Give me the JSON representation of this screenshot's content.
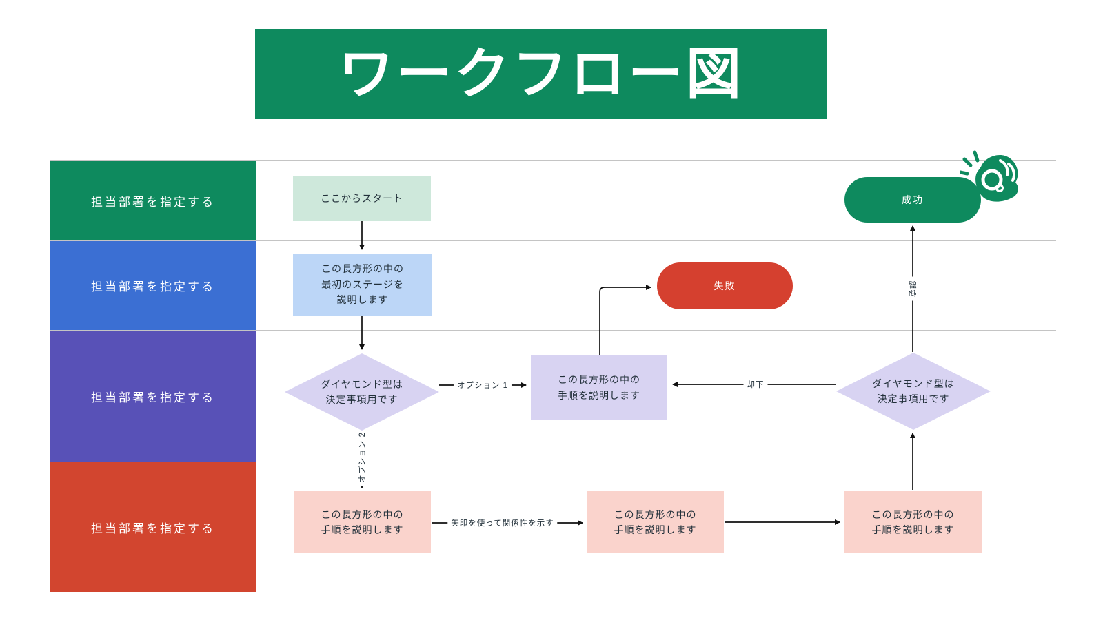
{
  "title": "ワークフロー図",
  "colors": {
    "banner_green": "#0E8A5E",
    "lane_blue": "#3B6FD3",
    "lane_purple": "#5851B7",
    "lane_red": "#D2452F",
    "node_mint": "#CEE8DB",
    "node_blue": "#BCD6F7",
    "node_lavender": "#D8D3F2",
    "node_pink": "#FAD3CC",
    "pill_fail_red": "#D5402F",
    "pill_success_green": "#0E8A5E",
    "lane_line_gray": "#C4C4C4",
    "connector_black": "#111111"
  },
  "lanes": [
    {
      "label": "担当部署を指定する",
      "color": "#0E8A5E"
    },
    {
      "label": "担当部署を指定する",
      "color": "#3B6FD3"
    },
    {
      "label": "担当部署を指定する",
      "color": "#5851B7"
    },
    {
      "label": "担当部署を指定する",
      "color": "#D2452F"
    }
  ],
  "nodes": {
    "start": {
      "text": "ここからスタート"
    },
    "first_stage": {
      "text": "この長方形の中の\n最初のステージを\n説明します"
    },
    "decision_left": {
      "text": "ダイヤモンド型は\n決定事項用です"
    },
    "process_center": {
      "text": "この長方形の中の\n手順を説明します"
    },
    "fail": {
      "text": "失敗"
    },
    "success": {
      "text": "成功"
    },
    "decision_right": {
      "text": "ダイヤモンド型は\n決定事項用です"
    },
    "step_1": {
      "text": "この長方形の中の\n手順を説明します"
    },
    "step_2": {
      "text": "この長方形の中の\n手順を説明します"
    },
    "step_3": {
      "text": "この長方形の中の\n手順を説明します"
    }
  },
  "edge_labels": {
    "option_1": "オプション 1",
    "option_2": "オプション 2",
    "reject": "却下",
    "approve": "承認",
    "relationship_note": "矢印を使って関係性を示す"
  }
}
